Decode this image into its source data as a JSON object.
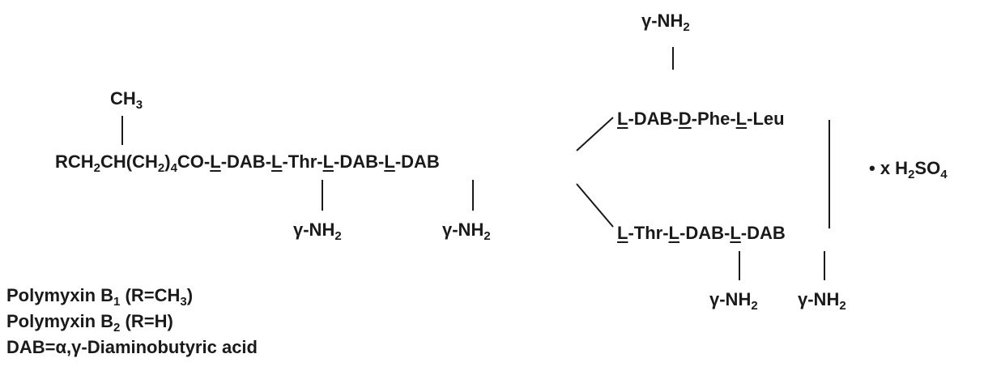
{
  "molecule": {
    "ch3": "CH",
    "ch3_sub": "3",
    "gamma_nh2": "γ-NH",
    "nh2_sub": "2",
    "chain": {
      "p1": "RCH",
      "s1": "2",
      "p2": "CH(CH",
      "s2": "2",
      "p3": ")",
      "s3": "4",
      "p4": "CO-",
      "L": "L",
      "D": "D",
      "dab": "-DAB-",
      "thr": "-Thr-",
      "dab_end": "-DAB"
    },
    "upper_ring": {
      "dab": "-DAB-",
      "phe": "-Phe-",
      "leu": "-Leu"
    },
    "lower_ring": {
      "thr": "-Thr-",
      "dab": "-DAB-",
      "dab_end": "-DAB"
    },
    "salt": "• x H",
    "salt_sub1": "2",
    "salt_mid": "SO",
    "salt_sub2": "4"
  },
  "legend": {
    "b1_pre": "Polymyxin B",
    "b1_sub": "1",
    "b1_mid": " (R=CH",
    "b1_sub2": "3",
    "b1_end": ")",
    "b2_pre": "Polymyxin B",
    "b2_sub": "2",
    "b2_end": " (R=H)",
    "dab_def": "DAB=α,γ-Diaminobutyric acid"
  }
}
